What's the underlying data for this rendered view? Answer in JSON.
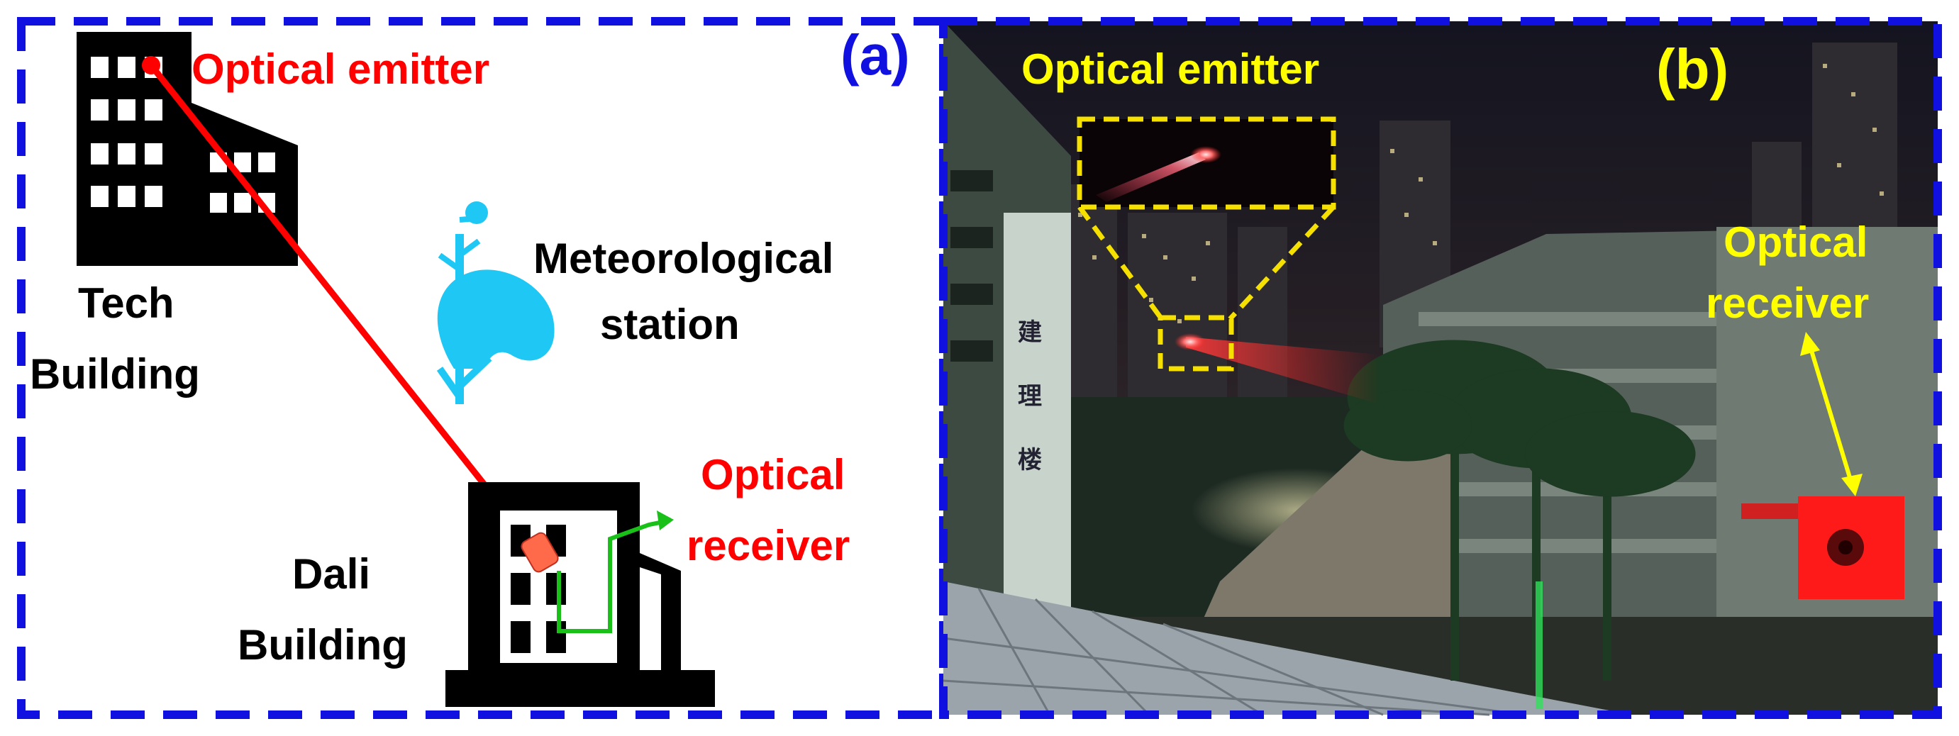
{
  "panel_a": {
    "tag": "(a)",
    "emitter_label": "Optical emitter",
    "tech_building": [
      "Tech",
      "Building"
    ],
    "meteo_station": [
      "Meteorological",
      "station"
    ],
    "receiver_label": [
      "Optical",
      "receiver"
    ],
    "dali_building": [
      "Dali",
      "Building"
    ]
  },
  "panel_b": {
    "tag": "(b)",
    "emitter_label": "Optical emitter",
    "receiver_label": [
      "Optical",
      "receiver"
    ],
    "sign_text": [
      "建",
      "理",
      "楼"
    ]
  },
  "colors": {
    "frame": "#1010e0",
    "emitter_red": "#ff0000",
    "beam_green": "#18c018",
    "station_cyan": "#1fc8f4",
    "photo_label_yellow": "#ffff00",
    "inset_yellow": "#f5e000",
    "receiver_box": "#ff1a1a"
  }
}
